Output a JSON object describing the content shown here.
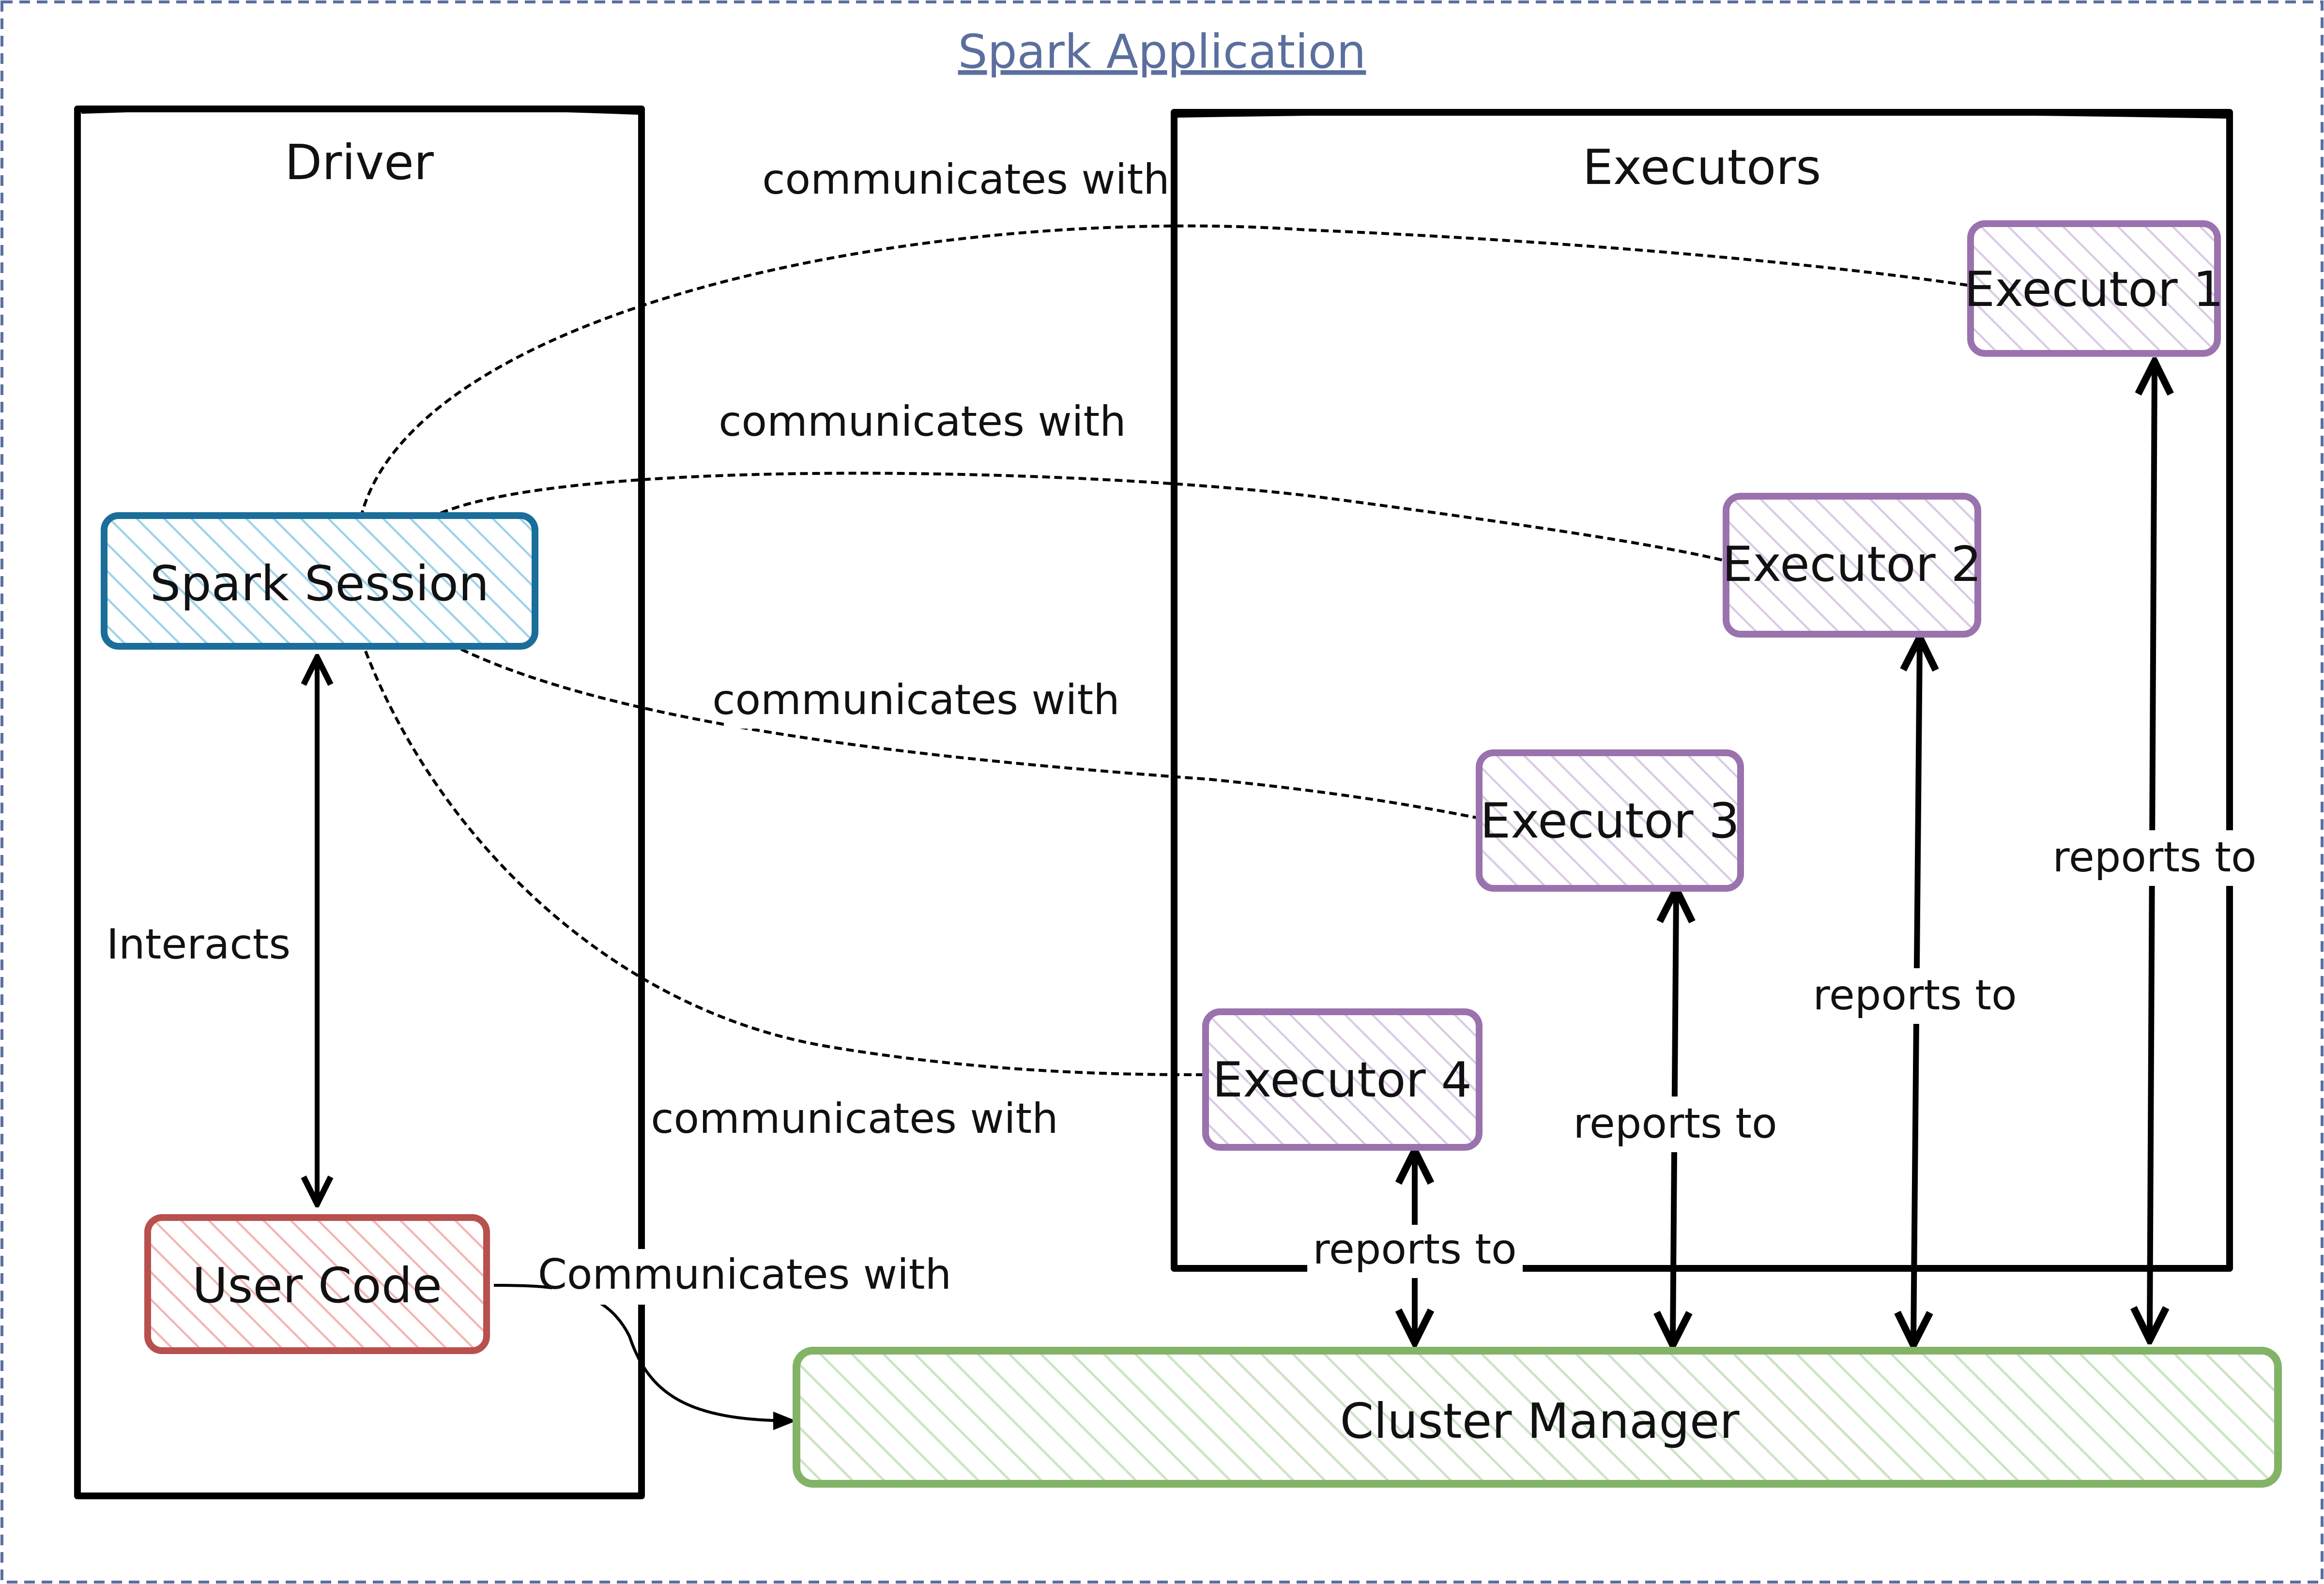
{
  "title": "Spark Application",
  "containers": {
    "driver": "Driver",
    "executors": "Executors"
  },
  "nodes": {
    "spark_session": "Spark Session",
    "user_code": "User Code",
    "cluster_manager": "Cluster Manager",
    "executor_1": "Executor 1",
    "executor_2": "Executor 2",
    "executor_3": "Executor 3",
    "executor_4": "Executor 4"
  },
  "edges": {
    "session_exec1": "communicates with",
    "session_exec2": "communicates with",
    "session_exec3": "communicates with",
    "session_exec4": "communicates with",
    "interacts": "Interacts",
    "user_code_cluster": "Communicates with",
    "exec1_reports": "reports to",
    "exec2_reports": "reports to",
    "exec3_reports": "reports to",
    "exec4_reports": "reports to"
  },
  "colors": {
    "session": "#1a6e99",
    "session_fill": "#bfe3f2",
    "user_code": "#b8504e",
    "user_code_fill": "#f6caca",
    "executor": "#9a72ad",
    "executor_fill": "#e4d6ec",
    "cluster": "#82b366",
    "cluster_fill": "#d5e8d4",
    "title": "#5b6f9e",
    "frame": "#5b6f9e"
  }
}
